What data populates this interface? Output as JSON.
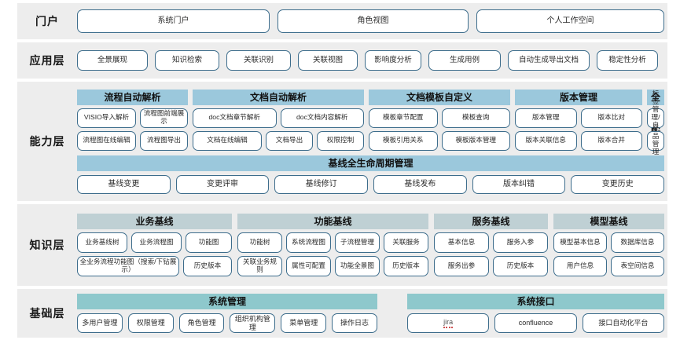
{
  "colors": {
    "band_bg": "#ededed",
    "header_blue": "#9bc8dc",
    "header_gray_blue": "#bfd0d4",
    "header_teal": "#8ec8cc",
    "pill_border": "#3d6d8c",
    "page_bg": "#ffffff"
  },
  "layers": [
    {
      "id": "portal",
      "label": "门户",
      "buttons": [
        "系统门户",
        "角色视图",
        "个人工作空间"
      ]
    },
    {
      "id": "application",
      "label": "应用层",
      "buttons": [
        "全景展现",
        "知识检索",
        "关联识别",
        "关联视图",
        "影响度分析",
        "生成用例",
        "自动生成导出文档",
        "稳定性分析"
      ]
    },
    {
      "id": "capability",
      "label": "能力层",
      "groups": [
        {
          "title": "流程自动解析",
          "rows": [
            [
              "VISIO导入解析",
              "流程图前端展示"
            ],
            [
              "流程图在线编辑",
              "流程图导出"
            ]
          ]
        },
        {
          "title": "文档自动解析",
          "rows": [
            [
              "doc文档章节解析",
              "doc文档内容解析"
            ],
            [
              "文档在线编辑",
              "文档导出",
              "权限控制"
            ]
          ]
        },
        {
          "title": "文档模板自定义",
          "rows": [
            [
              "模板章节配置",
              "模板查询"
            ],
            [
              "模板引用关系",
              "模板版本管理"
            ]
          ]
        },
        {
          "title": "版本管理",
          "rows": [
            [
              "版本管理",
              "版本比对"
            ],
            [
              "版本关联信息",
              "版本合并"
            ]
          ]
        },
        {
          "title": "全局配置",
          "rows": [
            [
              "标签管理/自定义"
            ],
            [
              "产品管理"
            ]
          ]
        }
      ],
      "lifecycle": {
        "title": "基线全生命周期管理",
        "buttons": [
          "基线变更",
          "变更评审",
          "基线修订",
          "基线发布",
          "版本纠错",
          "变更历史"
        ]
      }
    },
    {
      "id": "knowledge",
      "label": "知识层",
      "groups": [
        {
          "title": "业务基线",
          "rows": [
            [
              "业务基线树",
              "业务流程图",
              "功能图"
            ],
            [
              "全业务流程功能图（搜索/下钻展示）",
              "历史版本"
            ]
          ]
        },
        {
          "title": "功能基线",
          "rows": [
            [
              "功能树",
              "系统流程图",
              "子流程管理",
              "关联服务"
            ],
            [
              "关联业务规则",
              "属性可配置",
              "功能全景图",
              "历史版本"
            ]
          ]
        },
        {
          "title": "服务基线",
          "rows": [
            [
              "基本信息",
              "服务入参"
            ],
            [
              "服务出参",
              "历史版本"
            ]
          ]
        },
        {
          "title": "模型基线",
          "rows": [
            [
              "模型基本信息",
              "数据库信息"
            ],
            [
              "用户信息",
              "表空间信息"
            ]
          ]
        }
      ]
    },
    {
      "id": "foundation",
      "label": "基础层",
      "groups": [
        {
          "title": "系统管理",
          "buttons": [
            "多用户管理",
            "权限管理",
            "角色管理",
            "组织机构管理",
            "菜单管理",
            "操作日志"
          ]
        },
        {
          "title": "系统接口",
          "buttons": [
            "jira",
            "confluence",
            "接口自动化平台"
          ]
        }
      ]
    }
  ]
}
